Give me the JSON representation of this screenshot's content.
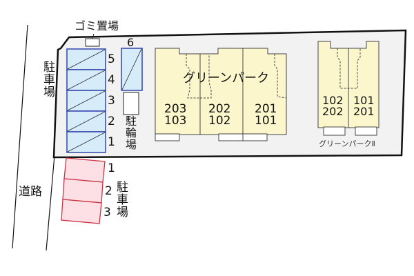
{
  "map": {
    "road_label": "道路",
    "parking_left_label": "駐車場",
    "garbage_label": "ゴミ置場",
    "bicycle_label": "駐輪場",
    "parking_blue_numbers": [
      "5",
      "4",
      "3",
      "2",
      "1"
    ],
    "parking_blue_extra": "6",
    "parking_red_numbers": [
      "1",
      "2",
      "3"
    ],
    "parking_red_label": "駐車場",
    "building1": {
      "name": "グリーンパーク",
      "units": [
        {
          "upper": "203",
          "lower": "103"
        },
        {
          "upper": "202",
          "lower": "102"
        },
        {
          "upper": "201",
          "lower": "101"
        }
      ]
    },
    "building2": {
      "name": "グリーンパークⅡ",
      "units": [
        {
          "upper": "102",
          "lower": "202"
        },
        {
          "upper": "101",
          "lower": "201"
        }
      ]
    },
    "colors": {
      "lot": "#f2f2f2",
      "building": "#fbf6cc",
      "parking_blue_fill": "#d6ecf8",
      "parking_blue_stroke": "#3344aa",
      "parking_red_fill": "#fde0e6",
      "parking_red_stroke": "#cc3344"
    }
  }
}
